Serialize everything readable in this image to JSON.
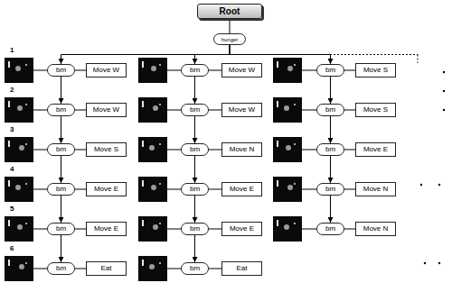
{
  "diagram": {
    "nodes": [
      {
        "text": [
          "Root"
        ]
      },
      {
        "text": [
          "hunger"
        ]
      },
      {
        "text": [
          "bm"
        ]
      },
      {
        "text": [
          "Move W"
        ]
      },
      {
        "text": [
          "bm"
        ]
      },
      {
        "text": [
          "Move W"
        ]
      },
      {
        "text": [
          "bm"
        ]
      },
      {
        "text": [
          "Move S"
        ]
      },
      {
        "text": [
          "bm"
        ]
      },
      {
        "text": [
          "Move E"
        ]
      },
      {
        "text": [
          "bm"
        ]
      },
      {
        "text": [
          "Move E"
        ]
      },
      {
        "text": [
          "bm"
        ]
      },
      {
        "text": [
          "Eat"
        ]
      },
      {
        "text": [
          "bm"
        ]
      },
      {
        "text": [
          "Move W"
        ]
      },
      {
        "text": [
          "bm"
        ]
      },
      {
        "text": [
          "Move W"
        ]
      },
      {
        "text": [
          "bm"
        ]
      },
      {
        "text": [
          "Move N"
        ]
      },
      {
        "text": [
          "bm"
        ]
      },
      {
        "text": [
          "Move E"
        ]
      },
      {
        "text": [
          "bm"
        ]
      },
      {
        "text": [
          "Move E"
        ]
      },
      {
        "text": [
          "bm"
        ]
      },
      {
        "text": [
          "Eat"
        ]
      },
      {
        "text": [
          "bm"
        ]
      },
      {
        "text": [
          "Move S"
        ]
      },
      {
        "text": [
          "bm"
        ]
      },
      {
        "text": [
          "Move S"
        ]
      },
      {
        "text": [
          "bm"
        ]
      },
      {
        "text": [
          "Move E"
        ]
      },
      {
        "text": [
          "bm"
        ]
      },
      {
        "text": [
          "Move N"
        ]
      },
      {
        "text": [
          "bm"
        ]
      },
      {
        "text": [
          "Move N"
        ]
      }
    ],
    "edges": [
      {
        "from": 0,
        "to": 1,
        "arrow": "none"
      },
      {
        "from": 1,
        "to": 2,
        "arrow": "to"
      },
      {
        "from": 1,
        "to": 14,
        "arrow": "to"
      },
      {
        "from": 1,
        "to": 26,
        "arrow": "to"
      },
      {
        "from": 2,
        "to": 3,
        "arrow": "none"
      },
      {
        "from": 2,
        "to": 4,
        "arrow": "to"
      },
      {
        "from": 4,
        "to": 5,
        "arrow": "none"
      },
      {
        "from": 4,
        "to": 6,
        "arrow": "to"
      },
      {
        "from": 6,
        "to": 7,
        "arrow": "none"
      },
      {
        "from": 6,
        "to": 8,
        "arrow": "to"
      },
      {
        "from": 8,
        "to": 9,
        "arrow": "none"
      },
      {
        "from": 8,
        "to": 10,
        "arrow": "to"
      },
      {
        "from": 10,
        "to": 11,
        "arrow": "none"
      },
      {
        "from": 10,
        "to": 12,
        "arrow": "to"
      },
      {
        "from": 12,
        "to": 13,
        "arrow": "none"
      },
      {
        "from": 14,
        "to": 15,
        "arrow": "none"
      },
      {
        "from": 14,
        "to": 16,
        "arrow": "to"
      },
      {
        "from": 16,
        "to": 17,
        "arrow": "none"
      },
      {
        "from": 16,
        "to": 18,
        "arrow": "to"
      },
      {
        "from": 18,
        "to": 19,
        "arrow": "none"
      },
      {
        "from": 18,
        "to": 20,
        "arrow": "to"
      },
      {
        "from": 20,
        "to": 21,
        "arrow": "none"
      },
      {
        "from": 20,
        "to": 22,
        "arrow": "to"
      },
      {
        "from": 22,
        "to": 23,
        "arrow": "none"
      },
      {
        "from": 22,
        "to": 24,
        "arrow": "to"
      },
      {
        "from": 24,
        "to": 25,
        "arrow": "none"
      },
      {
        "from": 26,
        "to": 27,
        "arrow": "none"
      },
      {
        "from": 26,
        "to": 28,
        "arrow": "to"
      },
      {
        "from": 28,
        "to": 29,
        "arrow": "none"
      },
      {
        "from": 28,
        "to": 30,
        "arrow": "to"
      },
      {
        "from": 30,
        "to": 31,
        "arrow": "none"
      },
      {
        "from": 30,
        "to": 32,
        "arrow": "to"
      },
      {
        "from": 32,
        "to": 33,
        "arrow": "none"
      },
      {
        "from": 32,
        "to": 34,
        "arrow": "to"
      },
      {
        "from": 34,
        "to": 35,
        "arrow": "none"
      }
    ],
    "labels": [
      "1",
      "2",
      "3",
      "4",
      "5",
      "6"
    ]
  }
}
